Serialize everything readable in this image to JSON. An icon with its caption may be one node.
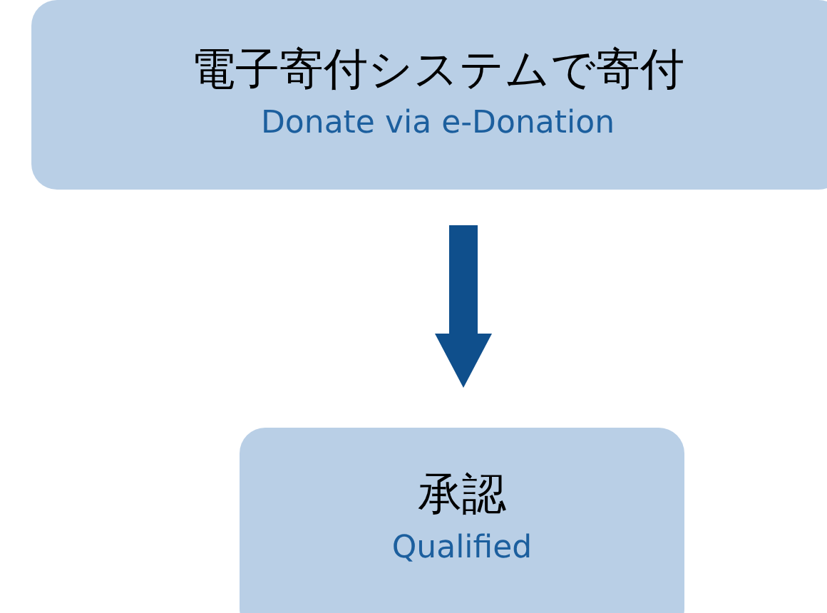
{
  "diagram": {
    "nodes": [
      {
        "text": [
          "電子寄付システムで寄付",
          "Donate via e-Donation"
        ]
      },
      {
        "text": [
          "承認",
          "Qualified"
        ]
      }
    ],
    "edges": [
      {
        "from": 0,
        "to": 1,
        "arrow": "to"
      }
    ]
  }
}
